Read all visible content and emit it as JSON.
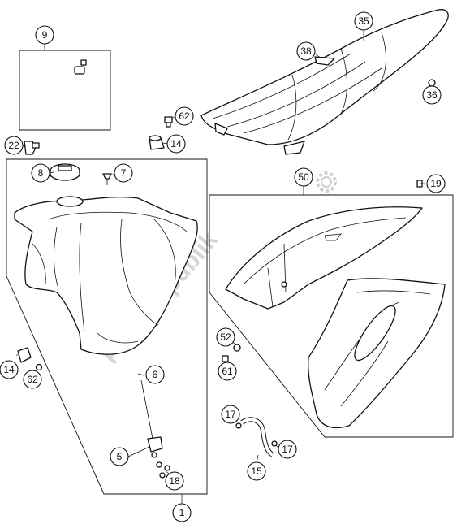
{
  "watermark": {
    "text": "PartsRepublik"
  },
  "callouts": {
    "c1": "1",
    "c5": "5",
    "c6": "6",
    "c7": "7",
    "c8": "8",
    "c9": "9",
    "c14a": "14",
    "c14b": "14",
    "c15": "15",
    "c17a": "17",
    "c17b": "17",
    "c18": "18",
    "c19": "19",
    "c22": "22",
    "c35": "35",
    "c36": "36",
    "c38": "38",
    "c50": "50",
    "c52": "52",
    "c61": "61",
    "c62a": "62",
    "c62b": "62"
  }
}
